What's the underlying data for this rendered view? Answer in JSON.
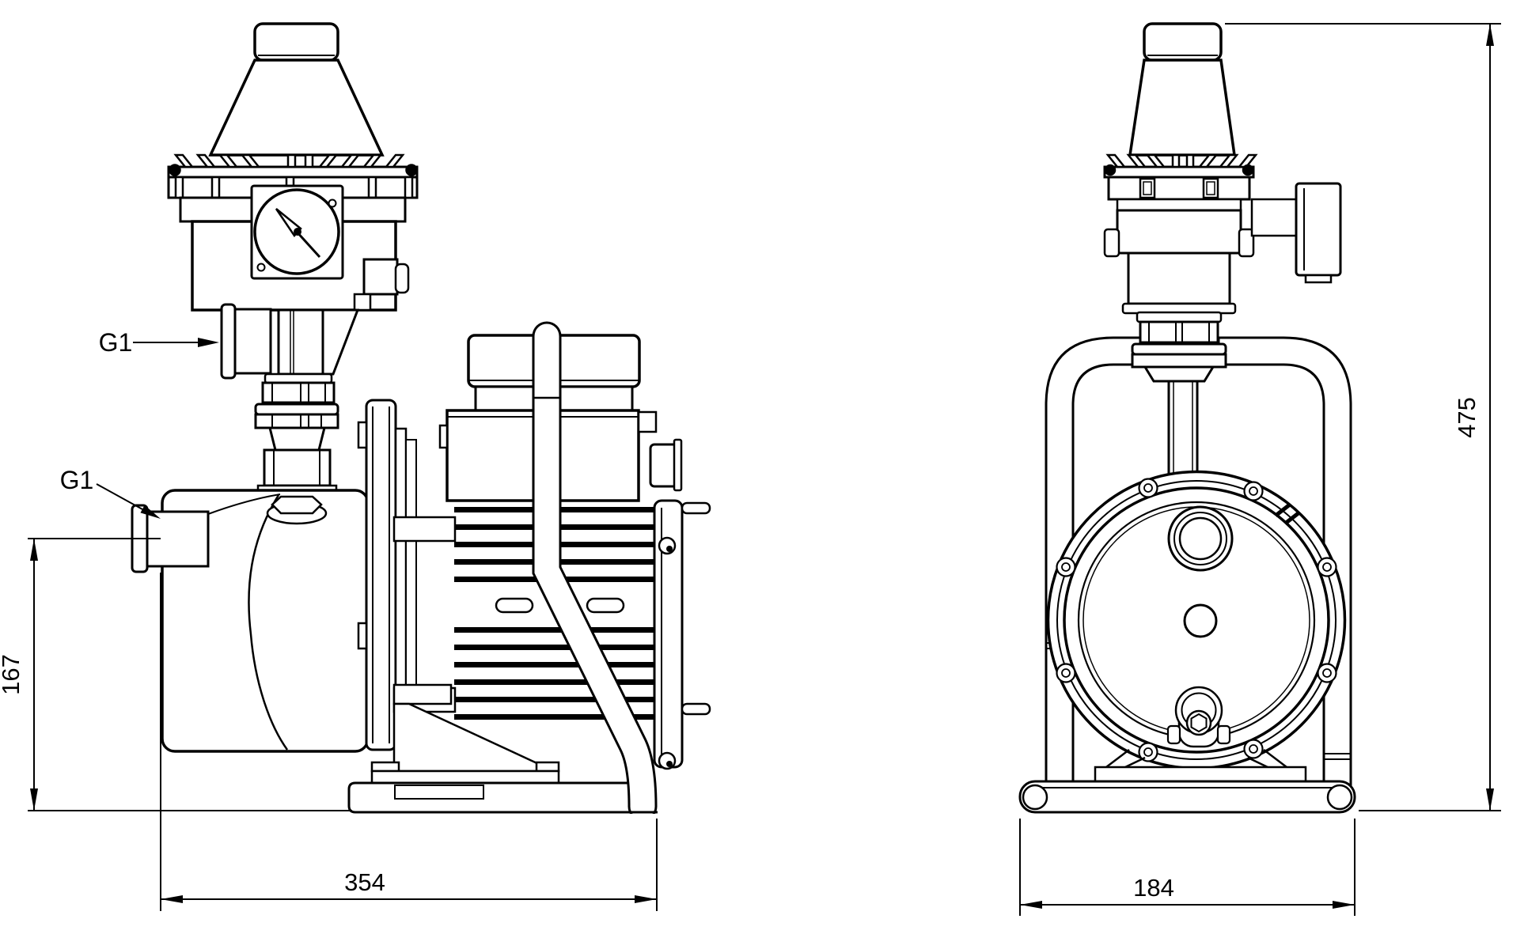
{
  "page": {
    "background": "#ffffff",
    "line_color": "#000000"
  },
  "side_view": {
    "g1_outlet_label": "G1",
    "g1_inlet_label": "G1",
    "inlet_height_dim": "167",
    "length_dim": "354"
  },
  "front_view": {
    "width_dim": "184",
    "height_dim": "475"
  }
}
